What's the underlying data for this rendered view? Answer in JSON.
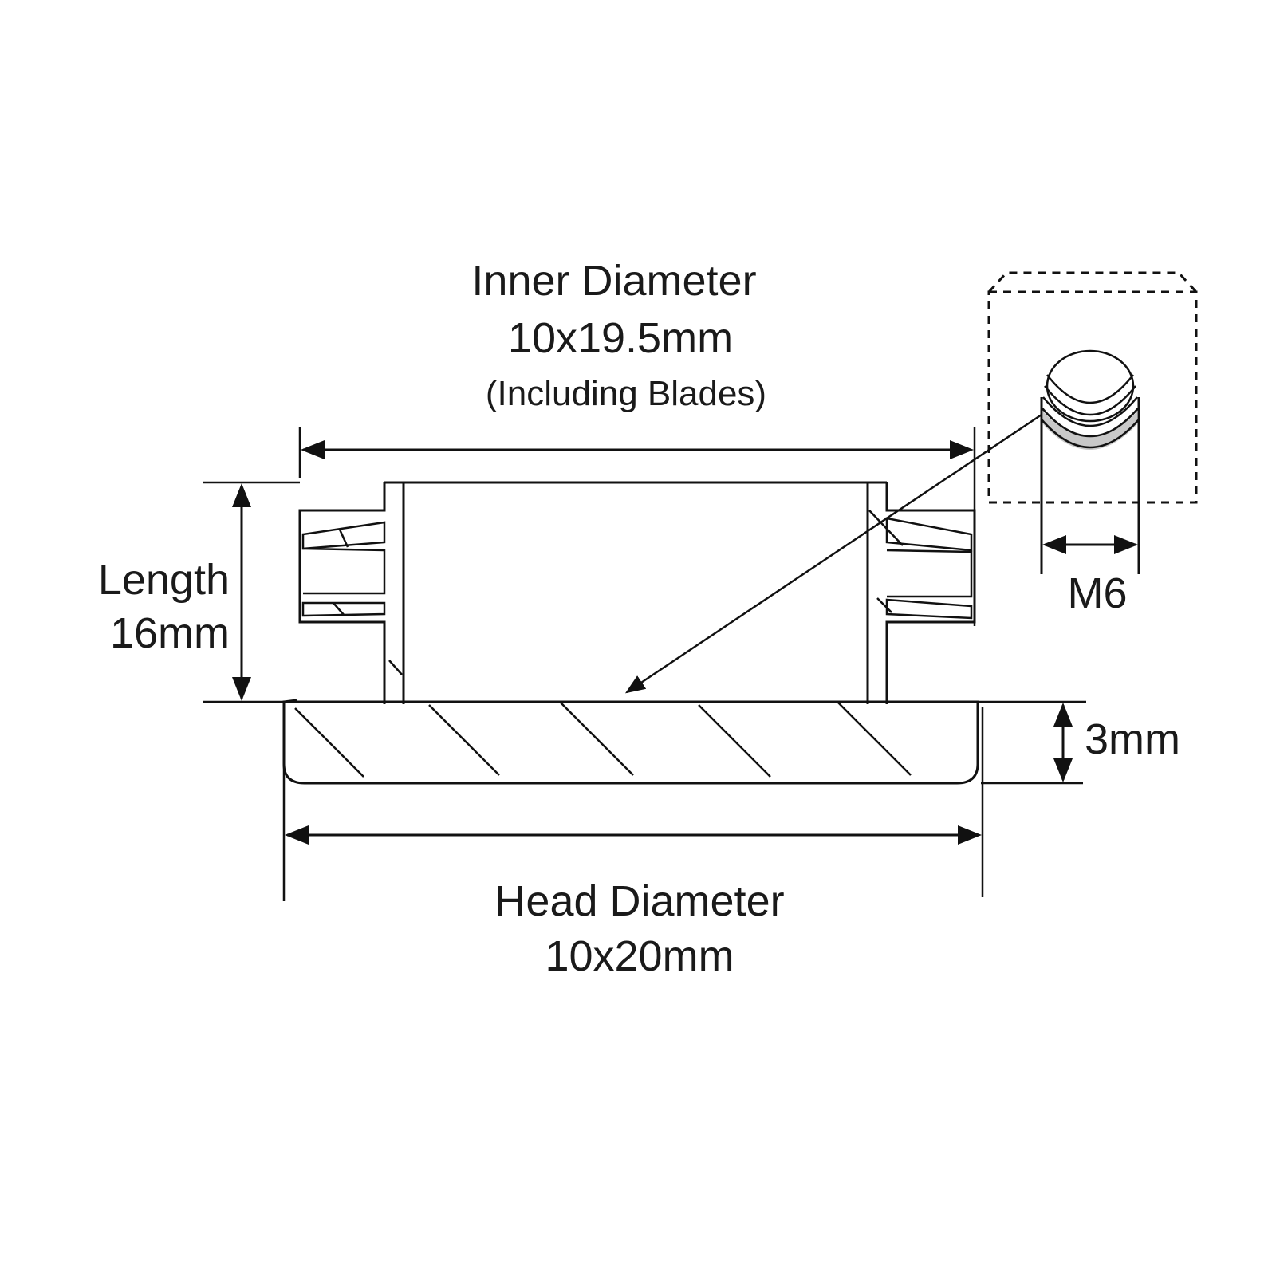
{
  "labels": {
    "inner_title": "Inner Diameter",
    "inner_value": "10x19.5mm",
    "inner_note": "(Including Blades)",
    "length_title": "Length",
    "length_value": "16mm",
    "head_thickness": "3mm",
    "head_title": "Head Diameter",
    "head_value": "10x20mm",
    "thread": "M6"
  },
  "colors": {
    "ink": "#111111",
    "thread_shade": "#c8c8c8",
    "background": "#ffffff"
  }
}
